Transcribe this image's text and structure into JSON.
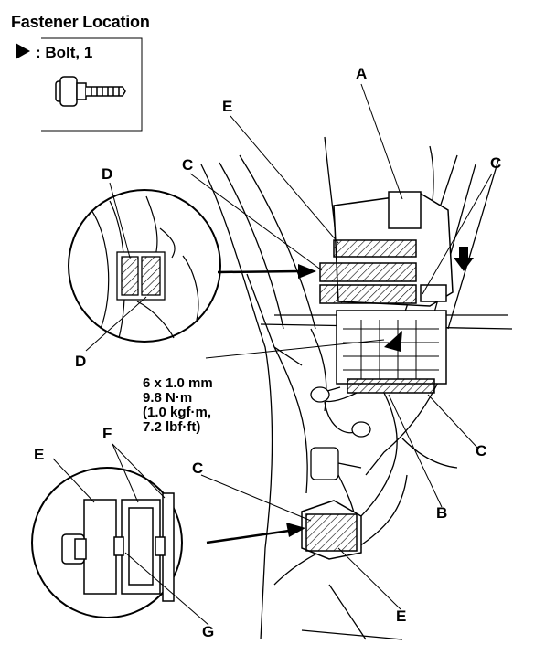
{
  "header": {
    "title": "Fastener Location",
    "legend_label": ": Bolt, 1"
  },
  "torque_spec": {
    "line1": "6 x 1.0 mm",
    "line2": "9.8 N·m",
    "line3": "(1.0 kgf·m,",
    "line4": "7.2 lbf·ft)"
  },
  "callouts": {
    "A": "A",
    "B": "B",
    "C_left": "C",
    "C_right": "C",
    "C_lower_right": "C",
    "C_lower": "C",
    "D_top": "D",
    "D_bottom": "D",
    "E_top": "E",
    "E_inset": "E",
    "E_bottom": "E",
    "F": "F",
    "G": "G"
  },
  "icons": {
    "legend": "triangle-marker-icon",
    "bolt": "flange-bolt-icon",
    "direction": "down-arrow-icon"
  }
}
